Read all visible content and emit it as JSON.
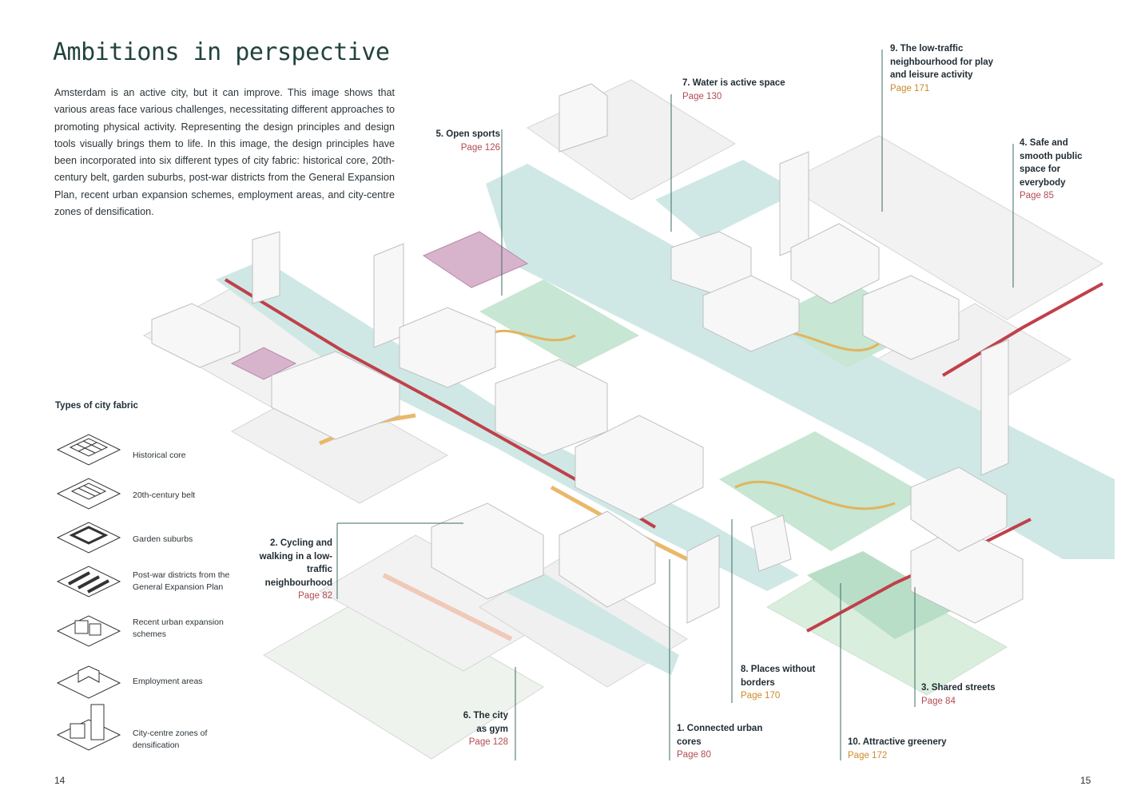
{
  "title": "Ambitions in perspective",
  "intro": "Amsterdam is an active city, but it can improve. This image shows that various areas face various challenges, necessitating different approaches to promoting physical activity. Representing the design principles and design tools visually brings them to life. In this image, the design principles have been incorporated into six different types of city fabric: historical core, 20th-century belt, garden suburbs, post-war districts from the General Expansion Plan, recent urban expansion schemes, employment areas, and city-centre zones of densification.",
  "legend": {
    "title": "Types of city fabric",
    "items": [
      {
        "label": "Historical core",
        "icon": "historical-core-icon"
      },
      {
        "label": "20th-century belt",
        "icon": "century-belt-icon"
      },
      {
        "label": "Garden suburbs",
        "icon": "garden-suburbs-icon"
      },
      {
        "label": "Post-war districts from the General Expansion Plan",
        "icon": "post-war-districts-icon"
      },
      {
        "label": "Recent urban expansion schemes",
        "icon": "recent-expansion-icon"
      },
      {
        "label": "Employment areas",
        "icon": "employment-areas-icon"
      },
      {
        "label": "City-centre zones of densification",
        "icon": "densification-icon"
      }
    ]
  },
  "callouts": {
    "c1": {
      "title": "1. Connected urban cores",
      "page": "Page 80"
    },
    "c2": {
      "title": "2. Cycling and walking in a low-traffic neighbourhood",
      "page": "Page 82"
    },
    "c3": {
      "title": "3. Shared streets",
      "page": "Page 84"
    },
    "c4": {
      "title": "4. Safe and smooth public space for everybody",
      "page": "Page 85"
    },
    "c5": {
      "title": "5. Open sports",
      "page": "Page 126"
    },
    "c6": {
      "title": "6. The city as gym",
      "page": "Page 128"
    },
    "c7": {
      "title": "7. Water is active space",
      "page": "Page 130"
    },
    "c8": {
      "title": "8. Places without borders",
      "page": "Page 170"
    },
    "c9": {
      "title": "9. The low-traffic neighbourhood for play and leisure activity",
      "page": "Page 171"
    },
    "c10": {
      "title": "10. Attractive greenery",
      "page": "Page 172"
    }
  },
  "page_numbers": {
    "left": "14",
    "right": "15"
  },
  "colors": {
    "water": "#cfe8e6",
    "greenery": "#c7e6d3",
    "route_red": "#c0404a",
    "route_orange": "#e9b86a",
    "sports_purple": "#c9a3bd",
    "building": "#f4f4f4",
    "leader_line": "#3c6b63"
  }
}
